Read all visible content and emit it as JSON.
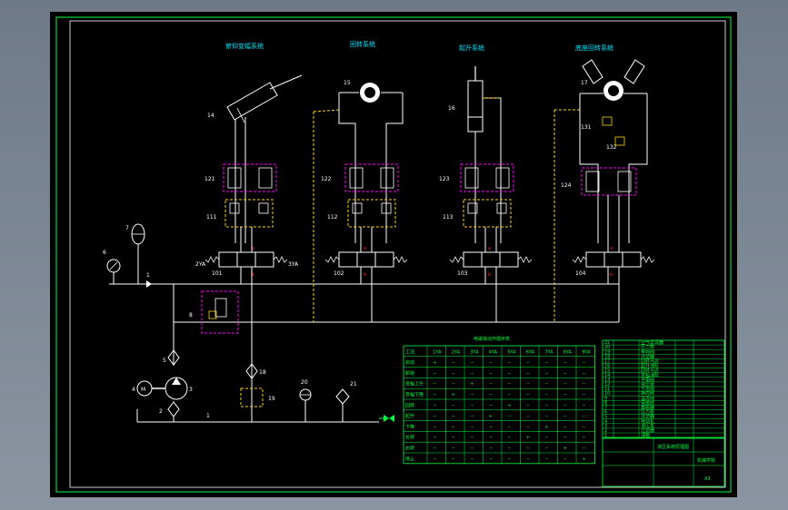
{
  "systems": {
    "s1": "俯仰变幅系统",
    "s2": "回转系统",
    "s3": "起升系统",
    "s4": "底座回转系统"
  },
  "components": {
    "c14": "14",
    "c15": "15",
    "c16": "16",
    "c17": "17",
    "c121": "121",
    "c122": "122",
    "c123": "123",
    "c124": "124",
    "c111": "111",
    "c112": "112",
    "c113": "113",
    "c101": "101",
    "c102": "102",
    "c103": "103",
    "c104": "104",
    "c131": "131",
    "c132": "132",
    "c1": "1",
    "c2": "2",
    "c3": "3",
    "c4": "4",
    "c5": "5",
    "c6": "6",
    "c7": "7",
    "c8": "8",
    "c18": "18",
    "c19": "19",
    "c20": "20",
    "c21": "21",
    "motor": "M",
    "coil_a": "a",
    "coil_b": "b",
    "valve_sig_l": "2YA",
    "valve_sig_r": "3YA"
  },
  "table": {
    "title": "电磁铁动作顺序表",
    "headers": [
      "工况",
      "1YA",
      "2YA",
      "3YA",
      "4YA",
      "5YA",
      "6YA",
      "7YA",
      "8YA",
      "9YA"
    ],
    "rows": [
      [
        "启动",
        "+",
        "−",
        "−",
        "−",
        "−",
        "−",
        "−",
        "−",
        "−"
      ],
      [
        "卸荷",
        "−",
        "−",
        "−",
        "−",
        "−",
        "−",
        "−",
        "−",
        "−"
      ],
      [
        "变幅上升",
        "−",
        "−",
        "+",
        "−",
        "−",
        "−",
        "−",
        "−",
        "−"
      ],
      [
        "变幅下降",
        "−",
        "+",
        "−",
        "−",
        "−",
        "−",
        "−",
        "−",
        "−"
      ],
      [
        "回转",
        "−",
        "−",
        "−",
        "−",
        "+",
        "−",
        "−",
        "−",
        "−"
      ],
      [
        "起升",
        "−",
        "−",
        "−",
        "+",
        "−",
        "−",
        "−",
        "−",
        "−"
      ],
      [
        "下降",
        "−",
        "−",
        "−",
        "−",
        "−",
        "−",
        "+",
        "−",
        "−"
      ],
      [
        "左转",
        "−",
        "−",
        "−",
        "−",
        "−",
        "+",
        "−",
        "−",
        "−"
      ],
      [
        "右转",
        "−",
        "−",
        "−",
        "−",
        "−",
        "−",
        "−",
        "+",
        "−"
      ],
      [
        "停止",
        "−",
        "−",
        "−",
        "−",
        "−",
        "−",
        "−",
        "−",
        "+"
      ]
    ]
  },
  "parts_list": {
    "items": [
      {
        "no": "21",
        "name": "空气滤清器"
      },
      {
        "no": "20",
        "name": "压力表"
      },
      {
        "no": "19",
        "name": "单向阀"
      },
      {
        "no": "18",
        "name": "过滤器"
      },
      {
        "no": "17",
        "name": "回转马达"
      },
      {
        "no": "16",
        "name": "起升油缸"
      },
      {
        "no": "15",
        "name": "回转马达"
      },
      {
        "no": "14",
        "name": "变幅油缸"
      },
      {
        "no": "13",
        "name": "平衡阀"
      },
      {
        "no": "12",
        "name": "液压锁"
      },
      {
        "no": "11",
        "name": "节流阀"
      },
      {
        "no": "10",
        "name": "换向阀"
      },
      {
        "no": "9",
        "name": "溢流阀"
      },
      {
        "no": "8",
        "name": "电磁阀"
      },
      {
        "no": "7",
        "name": "蓄能器"
      },
      {
        "no": "6",
        "name": "压力表"
      },
      {
        "no": "5",
        "name": "过滤器"
      },
      {
        "no": "4",
        "name": "电动机"
      },
      {
        "no": "3",
        "name": "液压泵"
      },
      {
        "no": "2",
        "name": "过滤器"
      },
      {
        "no": "1",
        "name": "油箱"
      }
    ],
    "title_block": {
      "drawing_name": "液压系统原理图",
      "school": "机械学院",
      "scale": "A3"
    }
  },
  "colors": {
    "line": "#ffffff",
    "dashed_pilot": "#ffd400",
    "box_magenta": "#ff00ff",
    "box_yellow": "#ffd400",
    "title_cyan": "#00e5ff",
    "table_green": "#00ff40",
    "marker_red": "#ff2020"
  }
}
